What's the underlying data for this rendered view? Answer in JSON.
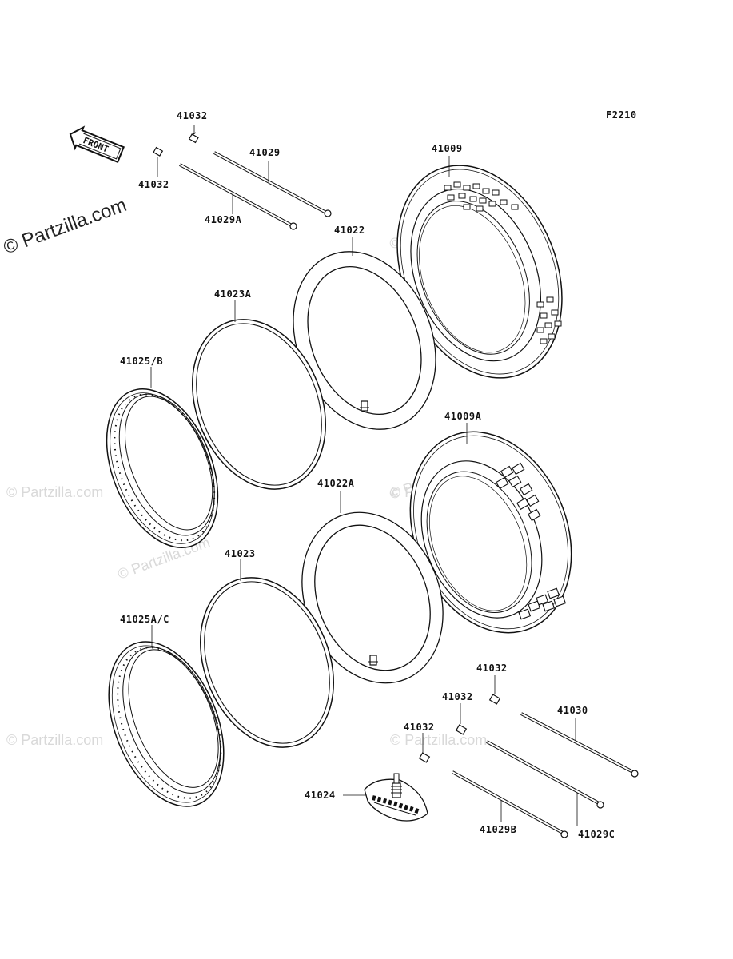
{
  "figure_code": "F2210",
  "watermark_text": "© Partzilla.com",
  "front_label": "FRONT",
  "labels": {
    "p41032_a": "41032",
    "p41032_b": "41032",
    "p41029": "41029",
    "p41029A": "41029A",
    "p41009": "41009",
    "p41022": "41022",
    "p41023A": "41023A",
    "p41025B": "41025/B",
    "p41009A": "41009A",
    "p41022A": "41022A",
    "p41023": "41023",
    "p41025AC": "41025A/C",
    "p41032_c": "41032",
    "p41032_d": "41032",
    "p41032_e": "41032",
    "p41030": "41030",
    "p41024": "41024",
    "p41029B": "41029B",
    "p41029C": "41029C"
  },
  "colors": {
    "line": "#111111",
    "watermark": "#d9d9d9",
    "background": "#ffffff"
  }
}
